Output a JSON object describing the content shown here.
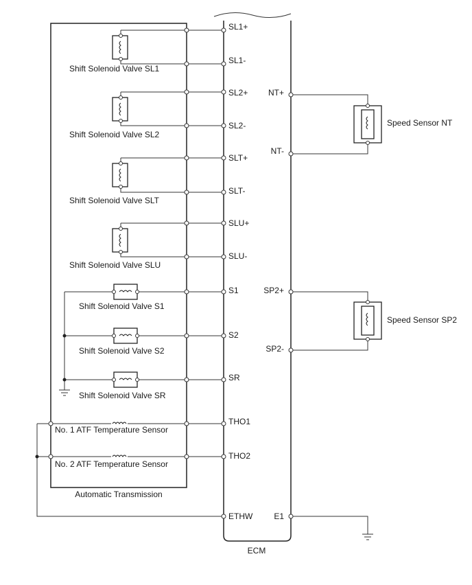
{
  "ecm": {
    "label": "ECM",
    "left_pins": [
      "SL1+",
      "SL1-",
      "SL2+",
      "SL2-",
      "SLT+",
      "SLT-",
      "SLU+",
      "SLU-",
      "S1",
      "S2",
      "SR",
      "THO1",
      "THO2",
      "ETHW"
    ],
    "right_pins": [
      "NT+",
      "NT-",
      "SP2+",
      "SP2-",
      "E1"
    ]
  },
  "transmission": {
    "label": "Automatic Transmission",
    "solenoids": {
      "sl1": "Shift Solenoid Valve SL1",
      "sl2": "Shift Solenoid Valve SL2",
      "slt": "Shift Solenoid Valve SLT",
      "slu": "Shift Solenoid Valve SLU",
      "s1": "Shift Solenoid Valve S1",
      "s2": "Shift Solenoid Valve S2",
      "sr": "Shift Solenoid Valve SR"
    },
    "atf_sensors": {
      "no1": "No. 1 ATF Temperature Sensor",
      "no2": "No. 2 ATF Temperature Sensor"
    }
  },
  "sensors": {
    "nt": "Speed Sensor NT",
    "sp2": "Speed Sensor SP2"
  }
}
